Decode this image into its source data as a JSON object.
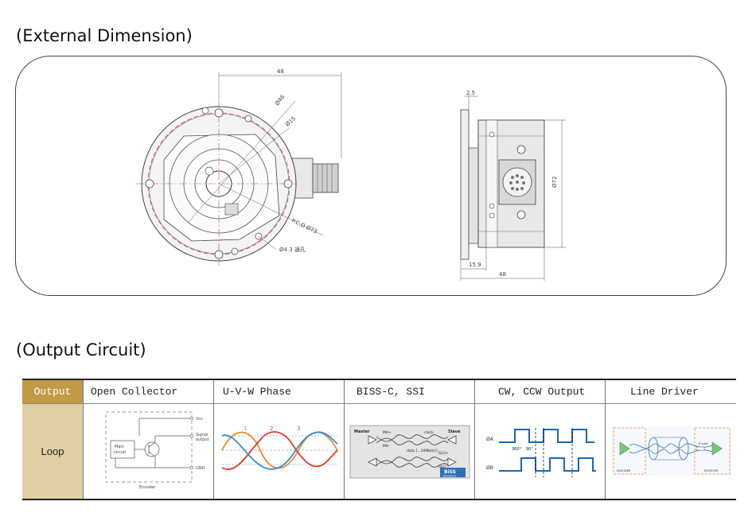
{
  "sections": {
    "dimension_title": "(External Dimension)",
    "output_title": "(Output Circuit)"
  },
  "drawing": {
    "front": {
      "dim_48": "48",
      "dia_46": "Ø46",
      "dia_15": "Ø15",
      "pcd": "P.C.D Ø73",
      "hole": "Ø4.3 通孔"
    },
    "side": {
      "dim_2_5": "2.5",
      "dim_72": "Ø72",
      "dim_15_9": "15.9",
      "dim_48": "48"
    }
  },
  "table": {
    "header_label": "Output",
    "row_label": "Loop",
    "columns": [
      "Open Collector",
      "U-V-W Phase",
      "BISS-C, SSI",
      "CW, CCW Output",
      "Line Driver"
    ],
    "open_collector": {
      "vcc": "Vcc",
      "signal": "Signal",
      "output": "output",
      "main1": "Main",
      "main2": "circuit",
      "gnd": "GND",
      "encoder": "Encoder"
    },
    "uvw": {
      "l1": "1",
      "l2": "2",
      "l3": "3"
    },
    "biss": {
      "master": "Master",
      "slave": "Slave",
      "ma_plus": "MA+",
      "ma_minus": "MA-",
      "clock": "clock",
      "data": "data [...10Mbit/s]",
      "slo_plus": "SLO+",
      "slo_minus": "SLO-",
      "brand": "BiSS",
      "brand_sub": "INTERFACE"
    },
    "cw": {
      "a": "ØA",
      "b": "ØB",
      "deg360": "360°",
      "deg90": "90°"
    },
    "line_driver": {
      "enc": "ENCODER",
      "rec": "RECEIVER",
      "r_load": "R load"
    }
  },
  "colors": {
    "gold_header": "#c29a45",
    "gold_row": "#e0cfa5",
    "phase1": "#f08a24",
    "phase2": "#e23a2a",
    "phase3": "#2f8fd0",
    "wave_blue": "#1a66b8"
  }
}
